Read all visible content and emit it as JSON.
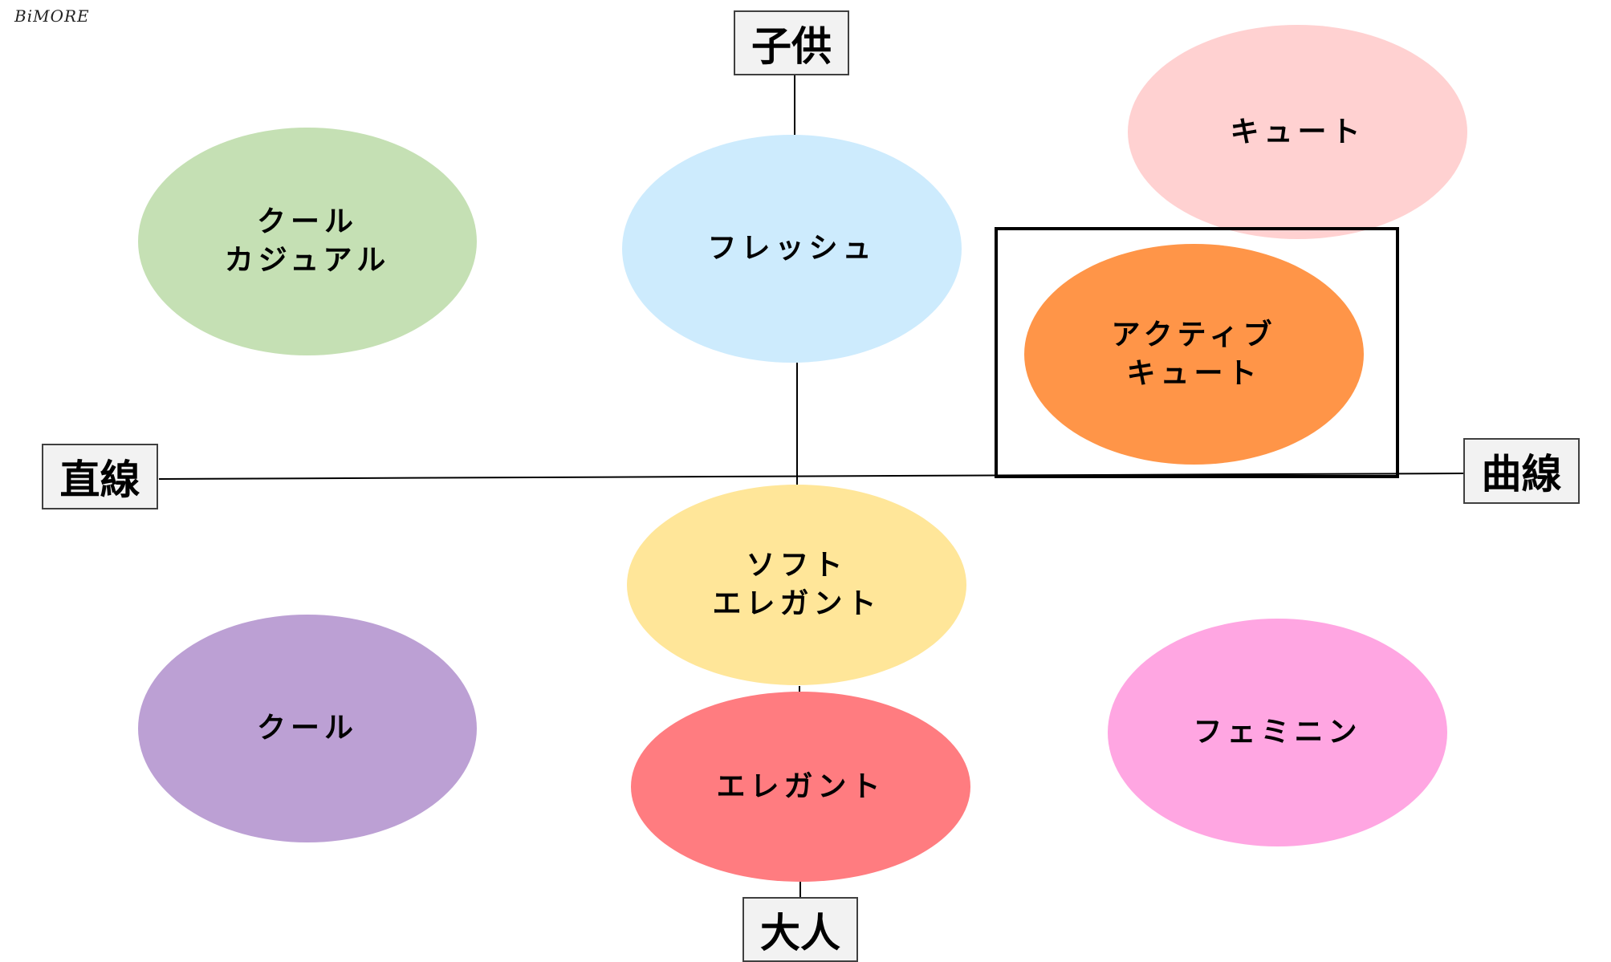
{
  "watermark": "BiMORE",
  "axes": {
    "top": "子供",
    "bottom": "大人",
    "left": "直線",
    "right": "曲線"
  },
  "styles": {
    "cool_casual": {
      "label": "クール\nカジュアル",
      "color": "#c5e0b4"
    },
    "fresh": {
      "label": "フレッシュ",
      "color": "#cdebfd"
    },
    "cute": {
      "label": "キュート",
      "color": "#ffd1d1"
    },
    "active_cute": {
      "label": "アクティブ\nキュート",
      "color": "#ff9548"
    },
    "soft_elegant": {
      "label": "ソフト\nエレガント",
      "color": "#ffe699"
    },
    "cool": {
      "label": "クール",
      "color": "#bca0d4"
    },
    "elegant": {
      "label": "エレガント",
      "color": "#ff7c80"
    },
    "feminine": {
      "label": "フェミニン",
      "color": "#ffa6e2"
    }
  },
  "highlighted_style": "アクティブ\nキュート"
}
